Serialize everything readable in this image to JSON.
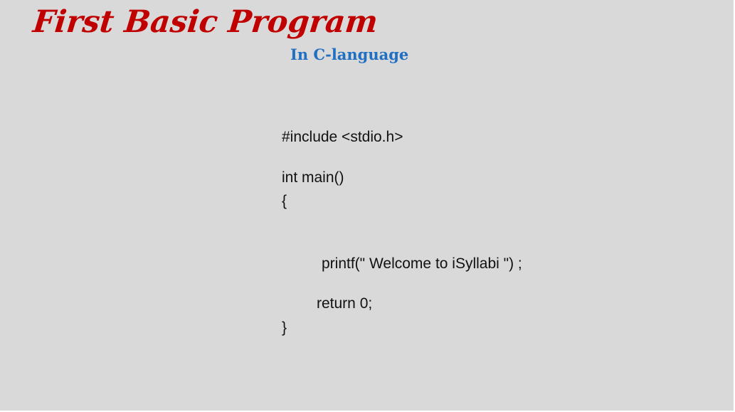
{
  "slide": {
    "title": "First Basic Program",
    "subtitle": "In C-language",
    "code": {
      "include": "#include <stdio.h>",
      "main_signature": "int main()",
      "open_brace": "{",
      "printf": "printf(\" Welcome to iSyllabi \") ;",
      "return": "return 0;",
      "close_brace": "}"
    },
    "colors": {
      "background": "#d9d9d9",
      "title": "#c00000",
      "subtitle": "#1f6fc2",
      "code": "#111111"
    }
  }
}
